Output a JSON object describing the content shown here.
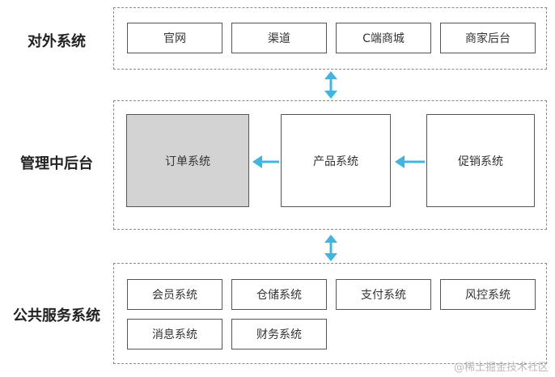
{
  "layers": {
    "external": {
      "label": "对外系统",
      "items": [
        "官网",
        "渠道",
        "C端商城",
        "商家后台"
      ]
    },
    "middle": {
      "label": "管理中后台",
      "items": [
        "订单系统",
        "产品系统",
        "促销系统"
      ]
    },
    "common": {
      "label": "公共服务系统",
      "items": [
        "会员系统",
        "仓储系统",
        "支付系统",
        "风控系统",
        "消息系统",
        "财务系统"
      ]
    }
  },
  "colors": {
    "arrow": "#3fb5e2",
    "highlight": "#d3d3d3",
    "border": "#555555"
  },
  "watermark": "@稀土掘金技术社区"
}
